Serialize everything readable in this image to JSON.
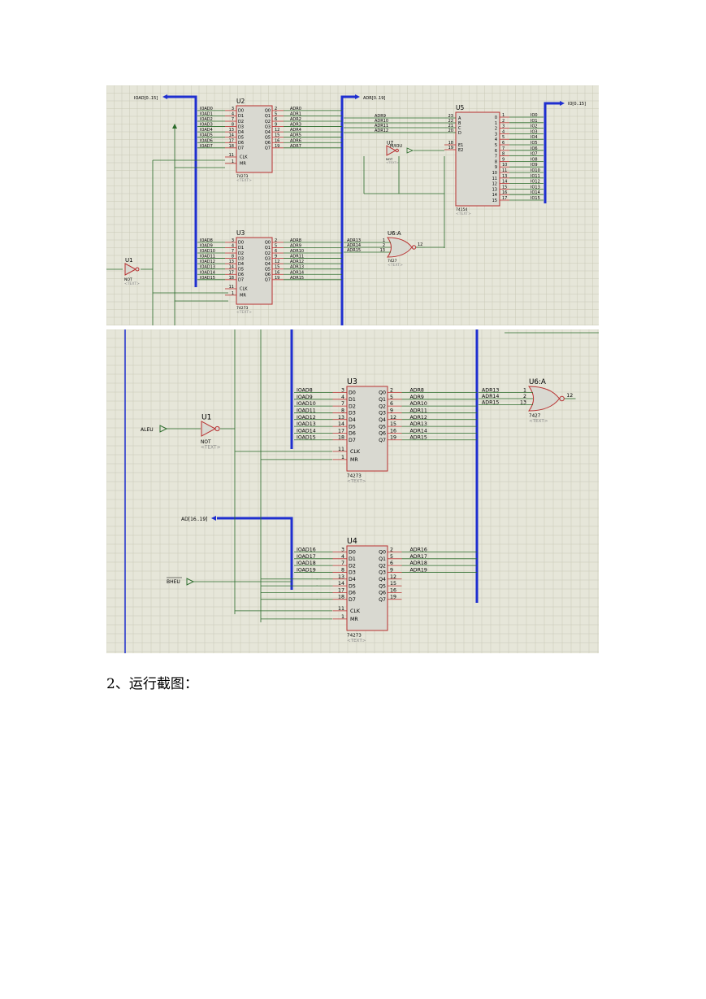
{
  "caption": "2、运行截图：",
  "schematic_top": {
    "buses": {
      "ioad": "IOAD[0..15]",
      "adr": "ADR[0..19]",
      "io": "IO[0..15]"
    },
    "u1": {
      "ref": "U1",
      "type": "NOT",
      "text": "<TEXT>"
    },
    "u2": {
      "ref": "U2",
      "type": "74273",
      "text": "<TEXT>",
      "inputs": [
        {
          "net": "IOAD0",
          "pin": "3",
          "name": "D0"
        },
        {
          "net": "IOAD1",
          "pin": "4",
          "name": "D1"
        },
        {
          "net": "IOAD2",
          "pin": "7",
          "name": "D2"
        },
        {
          "net": "IOAD3",
          "pin": "8",
          "name": "D3"
        },
        {
          "net": "IOAD4",
          "pin": "13",
          "name": "D4"
        },
        {
          "net": "IOAD5",
          "pin": "14",
          "name": "D5"
        },
        {
          "net": "IOAD6",
          "pin": "17",
          "name": "D6"
        },
        {
          "net": "IOAD7",
          "pin": "18",
          "name": "D7"
        }
      ],
      "outputs": [
        {
          "net": "ADR0",
          "pin": "2",
          "name": "Q0"
        },
        {
          "net": "ADR1",
          "pin": "5",
          "name": "Q1"
        },
        {
          "net": "ADR2",
          "pin": "6",
          "name": "Q2"
        },
        {
          "net": "ADR3",
          "pin": "9",
          "name": "Q3"
        },
        {
          "net": "ADR4",
          "pin": "12",
          "name": "Q4"
        },
        {
          "net": "ADR5",
          "pin": "15",
          "name": "Q5"
        },
        {
          "net": "ADR6",
          "pin": "16",
          "name": "Q6"
        },
        {
          "net": "ADR7",
          "pin": "19",
          "name": "Q7"
        }
      ],
      "clk_pin": "11",
      "clk": "CLK",
      "mr_pin": "1",
      "mr": "MR"
    },
    "u3": {
      "ref": "U3",
      "type": "74273",
      "text": "<TEXT>",
      "inputs": [
        {
          "net": "IOAD8",
          "pin": "3",
          "name": "D0"
        },
        {
          "net": "IOAD9",
          "pin": "4",
          "name": "D1"
        },
        {
          "net": "IOAD10",
          "pin": "7",
          "name": "D2"
        },
        {
          "net": "IOAD11",
          "pin": "8",
          "name": "D3"
        },
        {
          "net": "IOAD12",
          "pin": "13",
          "name": "D4"
        },
        {
          "net": "IOAD13",
          "pin": "14",
          "name": "D5"
        },
        {
          "net": "IOAD14",
          "pin": "17",
          "name": "D6"
        },
        {
          "net": "IOAD15",
          "pin": "18",
          "name": "D7"
        }
      ],
      "outputs": [
        {
          "net": "ADR8",
          "pin": "2",
          "name": "Q0"
        },
        {
          "net": "ADR9",
          "pin": "5",
          "name": "Q1"
        },
        {
          "net": "ADR10",
          "pin": "6",
          "name": "Q2"
        },
        {
          "net": "ADR11",
          "pin": "9",
          "name": "Q3"
        },
        {
          "net": "ADR12",
          "pin": "12",
          "name": "Q4"
        },
        {
          "net": "ADR13",
          "pin": "15",
          "name": "Q5"
        },
        {
          "net": "ADR14",
          "pin": "16",
          "name": "Q6"
        },
        {
          "net": "ADR15",
          "pin": "19",
          "name": "Q7"
        }
      ],
      "clk_pin": "11",
      "clk": "CLK",
      "mr_pin": "1",
      "mr": "MR"
    },
    "u5": {
      "ref": "U5",
      "type": "74154",
      "text": "<TEXT>",
      "inputs": [
        {
          "net": "ADR9",
          "pin": "23",
          "name": "A"
        },
        {
          "net": "ADR10",
          "pin": "22",
          "name": "B"
        },
        {
          "net": "ADR11",
          "pin": "21",
          "name": "C"
        },
        {
          "net": "ADR12",
          "pin": "20",
          "name": "D"
        }
      ],
      "enables": [
        {
          "pin": "18",
          "name": "E1"
        },
        {
          "pin": "19",
          "name": "E2"
        }
      ],
      "outputs": [
        {
          "idx": "0",
          "pin": "1",
          "net": "IO0"
        },
        {
          "idx": "1",
          "pin": "2",
          "net": "IO1"
        },
        {
          "idx": "2",
          "pin": "3",
          "net": "IO2"
        },
        {
          "idx": "3",
          "pin": "4",
          "net": "IO3"
        },
        {
          "idx": "4",
          "pin": "5",
          "net": "IO4"
        },
        {
          "idx": "5",
          "pin": "6",
          "net": "IO5"
        },
        {
          "idx": "6",
          "pin": "7",
          "net": "IO6"
        },
        {
          "idx": "7",
          "pin": "8",
          "net": "IO7"
        },
        {
          "idx": "8",
          "pin": "9",
          "net": "IO8"
        },
        {
          "idx": "9",
          "pin": "10",
          "net": "IO9"
        },
        {
          "idx": "10",
          "pin": "11",
          "net": "IO10"
        },
        {
          "idx": "11",
          "pin": "13",
          "net": "IO11"
        },
        {
          "idx": "12",
          "pin": "14",
          "net": "IO12"
        },
        {
          "idx": "13",
          "pin": "15",
          "net": "IO13"
        },
        {
          "idx": "14",
          "pin": "16",
          "net": "IO14"
        },
        {
          "idx": "15",
          "pin": "17",
          "net": "IO15"
        }
      ]
    },
    "u7": {
      "ref": "U7",
      "type": "NOT",
      "text": "<TEXT>",
      "input": "M/IOU"
    },
    "u6": {
      "ref": "U6:A",
      "type": "7427",
      "text": "<TEXT>",
      "inputs": [
        {
          "net": "ADR13",
          "pin": "1"
        },
        {
          "net": "ADR14",
          "pin": "2"
        },
        {
          "net": "ADR15",
          "pin": "13"
        }
      ],
      "output_pin": "12"
    }
  },
  "schematic_bottom": {
    "buses": {
      "ad": "AD[16..19]"
    },
    "aleu": "ALEU",
    "bheu": "BHEU",
    "u1": {
      "ref": "U1",
      "type": "NOT",
      "text": "<TEXT>"
    },
    "u3": {
      "ref": "U3",
      "type": "74273",
      "text": "<TEXT>",
      "inputs": [
        {
          "net": "IOAD8",
          "pin": "3",
          "name": "D0"
        },
        {
          "net": "IOAD9",
          "pin": "4",
          "name": "D1"
        },
        {
          "net": "IOAD10",
          "pin": "7",
          "name": "D2"
        },
        {
          "net": "IOAD11",
          "pin": "8",
          "name": "D3"
        },
        {
          "net": "IOAD12",
          "pin": "13",
          "name": "D4"
        },
        {
          "net": "IOAD13",
          "pin": "14",
          "name": "D5"
        },
        {
          "net": "IOAD14",
          "pin": "17",
          "name": "D6"
        },
        {
          "net": "IOAD15",
          "pin": "18",
          "name": "D7"
        }
      ],
      "outputs": [
        {
          "net": "ADR8",
          "pin": "2",
          "name": "Q0"
        },
        {
          "net": "ADR9",
          "pin": "5",
          "name": "Q1"
        },
        {
          "net": "ADR10",
          "pin": "6",
          "name": "Q2"
        },
        {
          "net": "ADR11",
          "pin": "9",
          "name": "Q3"
        },
        {
          "net": "ADR12",
          "pin": "12",
          "name": "Q4"
        },
        {
          "net": "ADR13",
          "pin": "15",
          "name": "Q5"
        },
        {
          "net": "ADR14",
          "pin": "16",
          "name": "Q6"
        },
        {
          "net": "ADR15",
          "pin": "19",
          "name": "Q7"
        }
      ],
      "clk_pin": "11",
      "clk": "CLK",
      "mr_pin": "1",
      "mr": "MR"
    },
    "u4": {
      "ref": "U4",
      "type": "74273",
      "text": "<TEXT>",
      "inputs": [
        {
          "net": "IOAD16",
          "pin": "3",
          "name": "D0"
        },
        {
          "net": "IOAD17",
          "pin": "4",
          "name": "D1"
        },
        {
          "net": "IOAD18",
          "pin": "7",
          "name": "D2"
        },
        {
          "net": "IOAD19",
          "pin": "8",
          "name": "D3"
        },
        {
          "net": "",
          "pin": "13",
          "name": "D4"
        },
        {
          "net": "",
          "pin": "14",
          "name": "D5"
        },
        {
          "net": "",
          "pin": "17",
          "name": "D6"
        },
        {
          "net": "",
          "pin": "18",
          "name": "D7"
        }
      ],
      "outputs": [
        {
          "net": "ADR16",
          "pin": "2",
          "name": "Q0"
        },
        {
          "net": "ADR17",
          "pin": "5",
          "name": "Q1"
        },
        {
          "net": "ADR18",
          "pin": "6",
          "name": "Q2"
        },
        {
          "net": "ADR19",
          "pin": "9",
          "name": "Q3"
        },
        {
          "net": "",
          "pin": "12",
          "name": "Q4"
        },
        {
          "net": "",
          "pin": "15",
          "name": "Q5"
        },
        {
          "net": "",
          "pin": "16",
          "name": "Q6"
        },
        {
          "net": "",
          "pin": "19",
          "name": "Q7"
        }
      ],
      "clk_pin": "11",
      "clk": "CLK",
      "mr_pin": "1",
      "mr": "MR"
    },
    "u6": {
      "ref": "U6:A",
      "type": "7427",
      "text": "<TEXT>",
      "inputs": [
        {
          "net": "ADR13",
          "pin": "1"
        },
        {
          "net": "ADR14",
          "pin": "2"
        },
        {
          "net": "ADR15",
          "pin": "13"
        }
      ],
      "output_pin": "12"
    }
  }
}
